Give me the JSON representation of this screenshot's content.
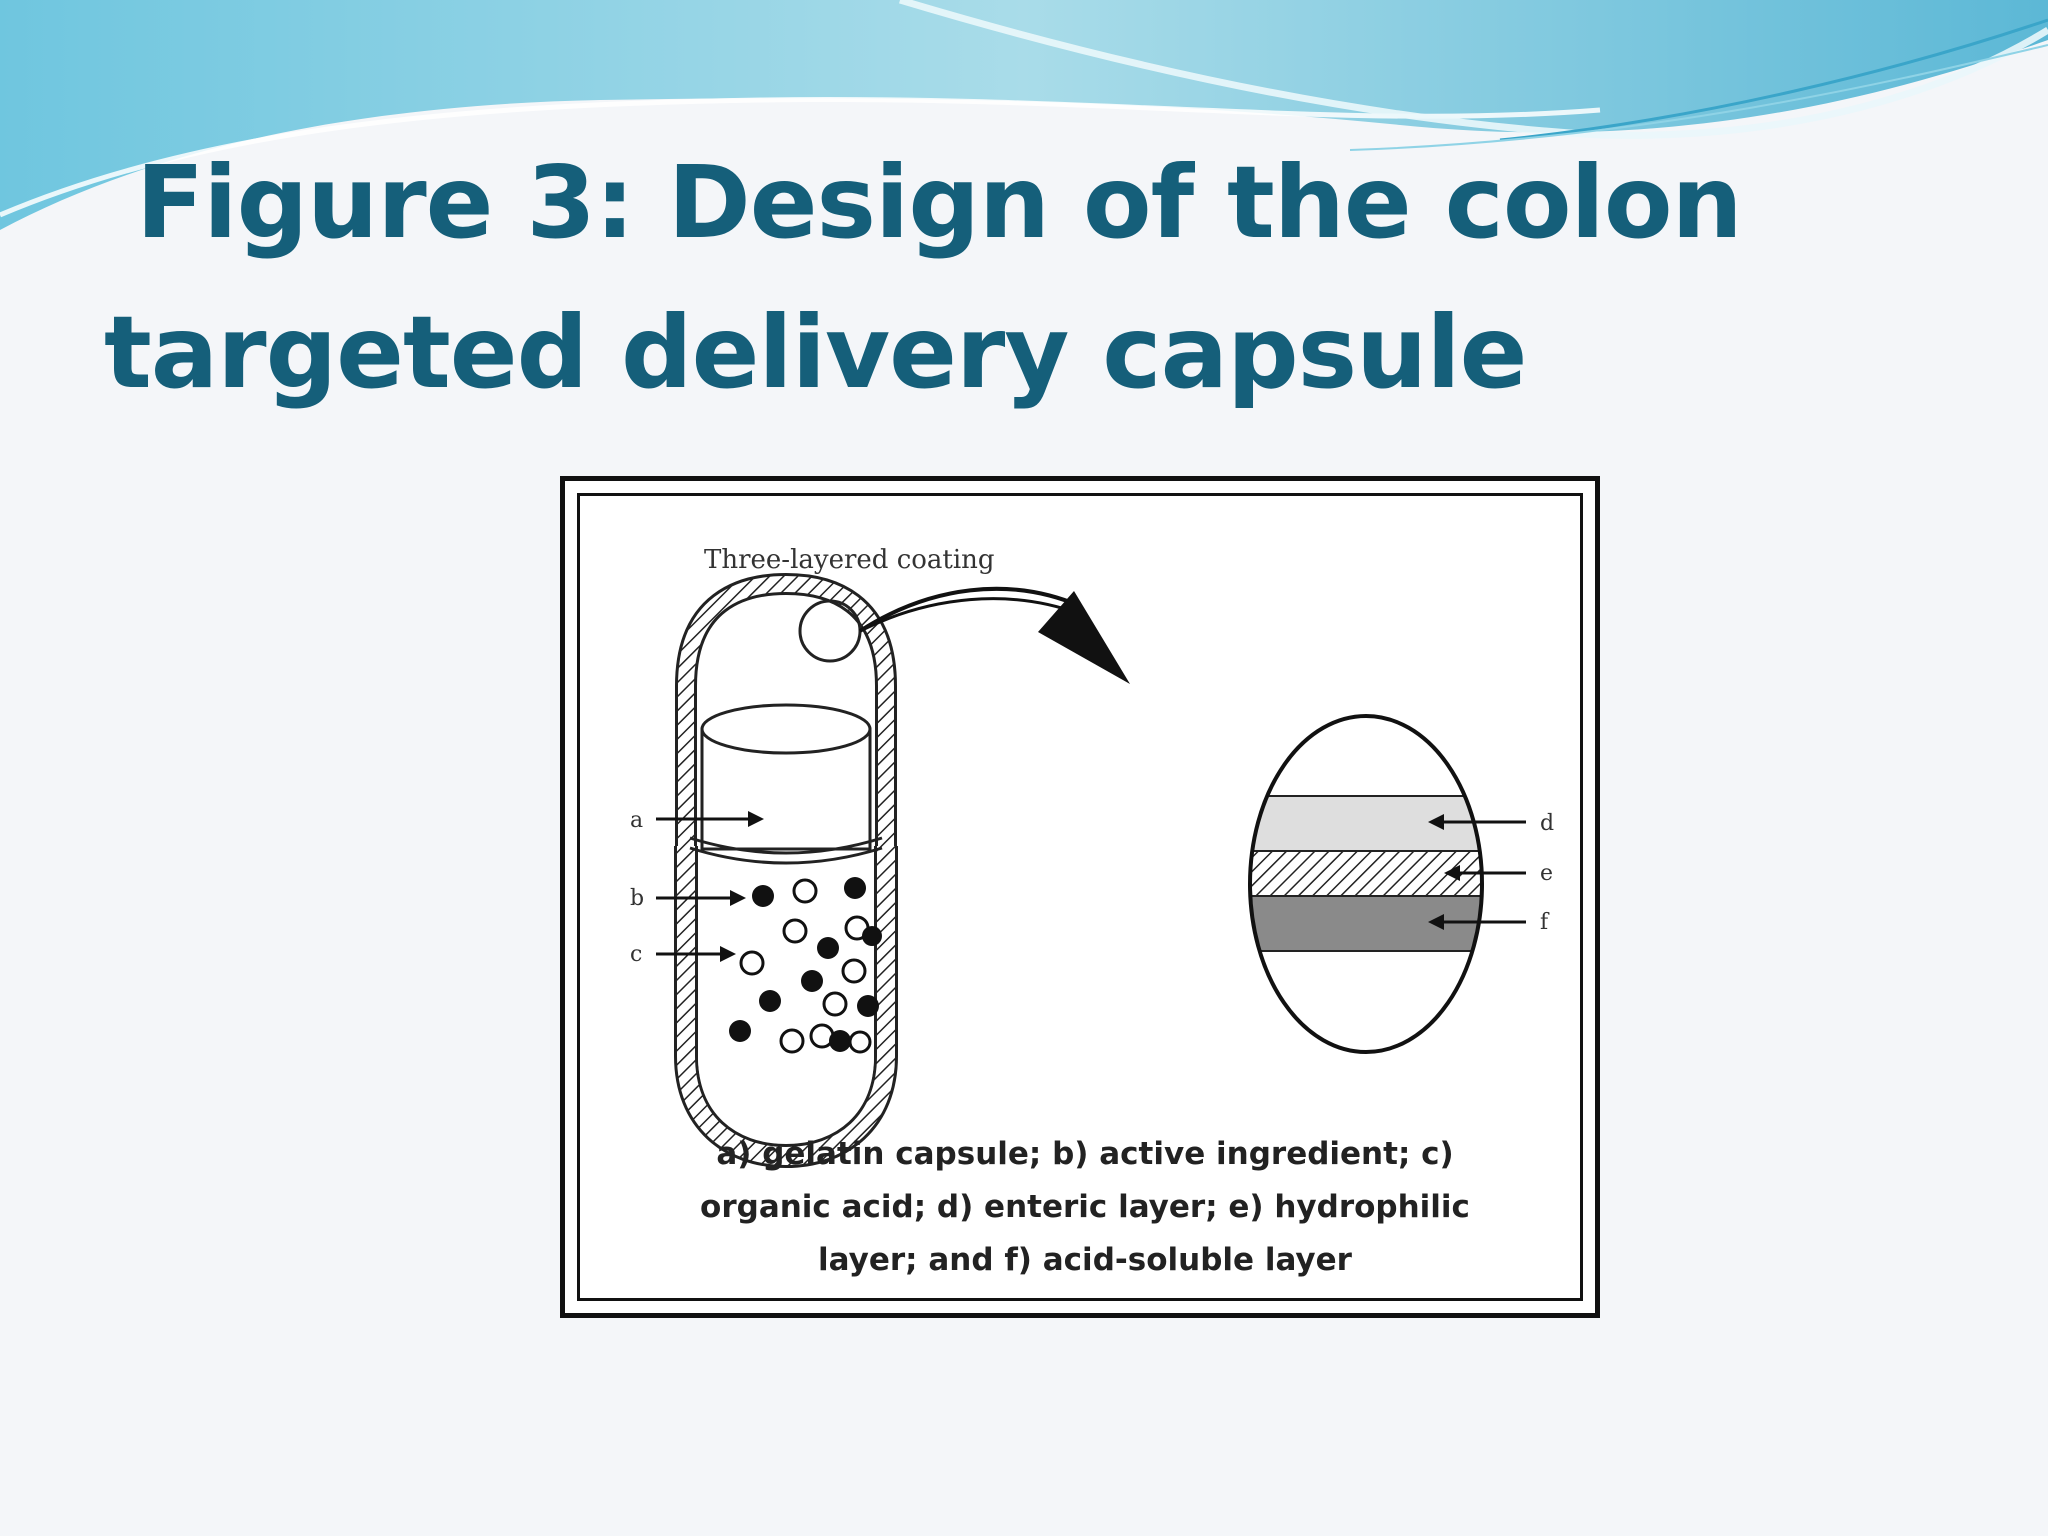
{
  "slide": {
    "title_line1": "Figure 3: Design of the colon",
    "title_line2": "targeted delivery capsule"
  },
  "figure": {
    "coating_label": "Three-layered coating",
    "labels_left": [
      "a",
      "b",
      "c"
    ],
    "labels_right": [
      "d",
      "e",
      "f"
    ],
    "caption_lines": [
      "a) gelatin capsule; b) active ingredient; c)",
      "organic acid; d) enteric layer; e) hydrophilic",
      "layer; and f) acid-soluble layer"
    ]
  },
  "colors": {
    "title": "#155f7a",
    "wave_light": "#b9e6f0",
    "wave_dark": "#4fb3d3"
  }
}
